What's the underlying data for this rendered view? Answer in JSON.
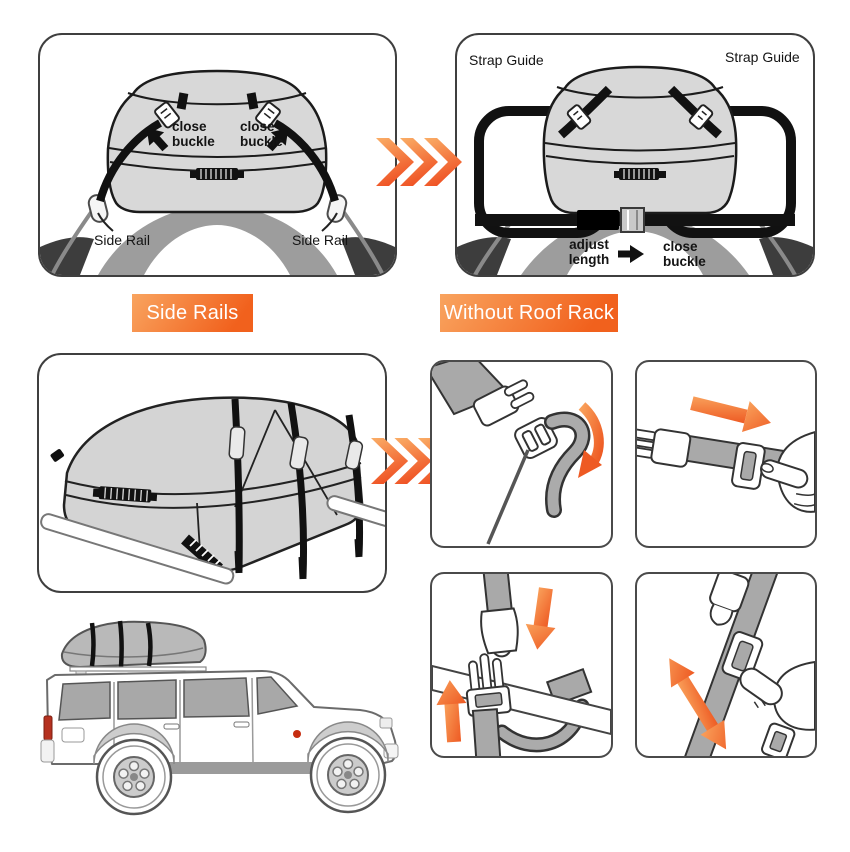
{
  "colors": {
    "accent_orange_light": "#F9A45F",
    "accent_orange_dark": "#F1611D",
    "arrow_orange": "#EE5A23",
    "bag_gray": "#D8D8D8",
    "strap_black": "#141414",
    "shadow_gray": "#9D9D9D",
    "panel_border": "#3F3F3F",
    "banner_text": "#FFFFFF"
  },
  "icons": {
    "next_step_chevrons": "triple-chevron-right",
    "direction_arrows": "orange-arrow"
  },
  "step_side_rails": {
    "banner": "Side Rails",
    "close_buckle_left": "close\nbuckle",
    "close_buckle_right": "close\nbuckle",
    "side_rail_left": "Side Rail",
    "side_rail_right": "Side Rail"
  },
  "step_without_roof_rack": {
    "banner": "Without Roof Rack",
    "strap_guide_left": "Strap Guide",
    "strap_guide_right": "Strap Guide",
    "adjust_length": "adjust\nlength",
    "close_buckle": "close\nbuckle"
  }
}
